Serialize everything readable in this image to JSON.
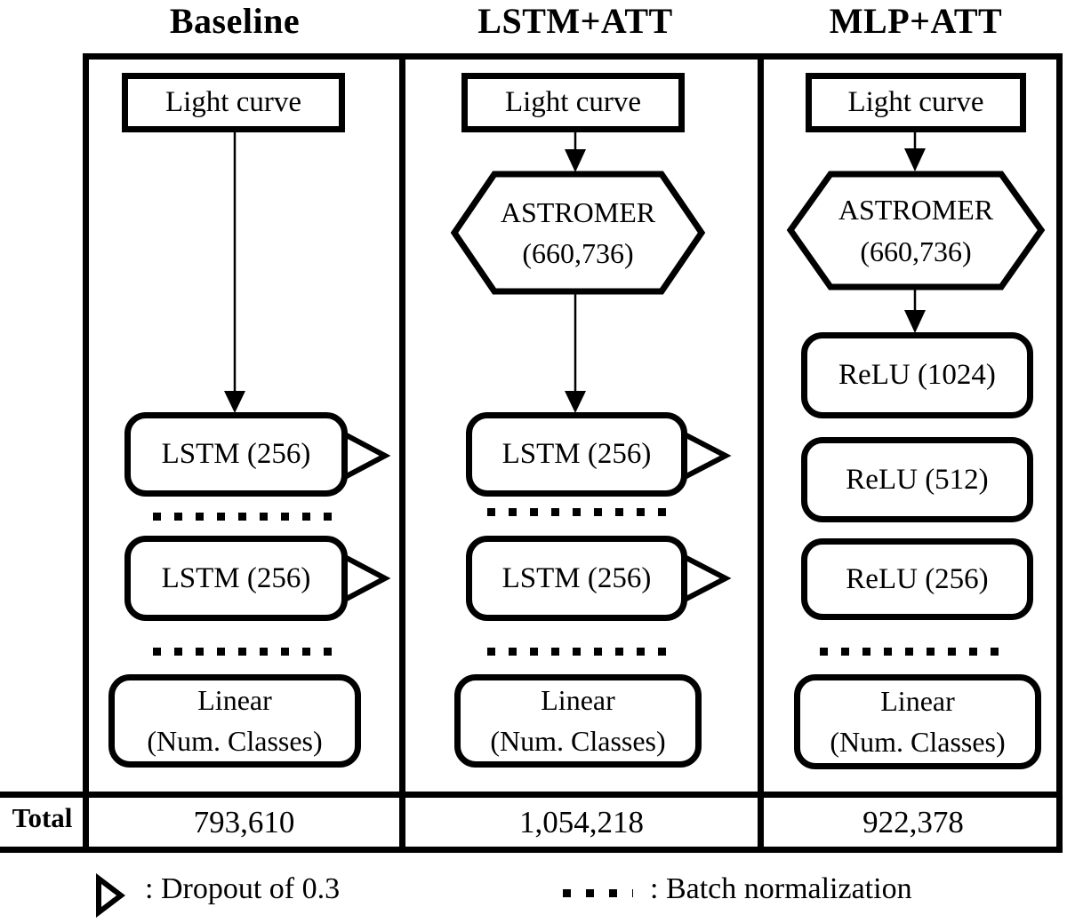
{
  "figure": {
    "type": "model-architecture-comparison-diagram",
    "colors": {
      "ink": "#000000",
      "background": "#ffffff"
    }
  },
  "columns": [
    {
      "header": "Baseline",
      "light_curve": "Light curve",
      "layers": [
        "LSTM (256)",
        "LSTM (256)"
      ],
      "linear_line1": "Linear",
      "linear_line2": "(Num. Classes)",
      "total": "793,610"
    },
    {
      "header": "LSTM+ATT",
      "light_curve": "Light curve",
      "astromer_line1": "ASTROMER",
      "astromer_line2": "(660,736)",
      "layers": [
        "LSTM (256)",
        "LSTM (256)"
      ],
      "linear_line1": "Linear",
      "linear_line2": "(Num. Classes)",
      "total": "1,054,218"
    },
    {
      "header": "MLP+ATT",
      "light_curve": "Light curve",
      "astromer_line1": "ASTROMER",
      "astromer_line2": "(660,736)",
      "layers": [
        "ReLU (1024)",
        "ReLU (512)",
        "ReLU (256)"
      ],
      "linear_line1": "Linear",
      "linear_line2": "(Num. Classes)",
      "total": "922,378"
    }
  ],
  "totals_row": {
    "label": "Total"
  },
  "legend": {
    "dropout_label": ": Dropout of 0.3",
    "batchnorm_label": ": Batch normalization"
  }
}
